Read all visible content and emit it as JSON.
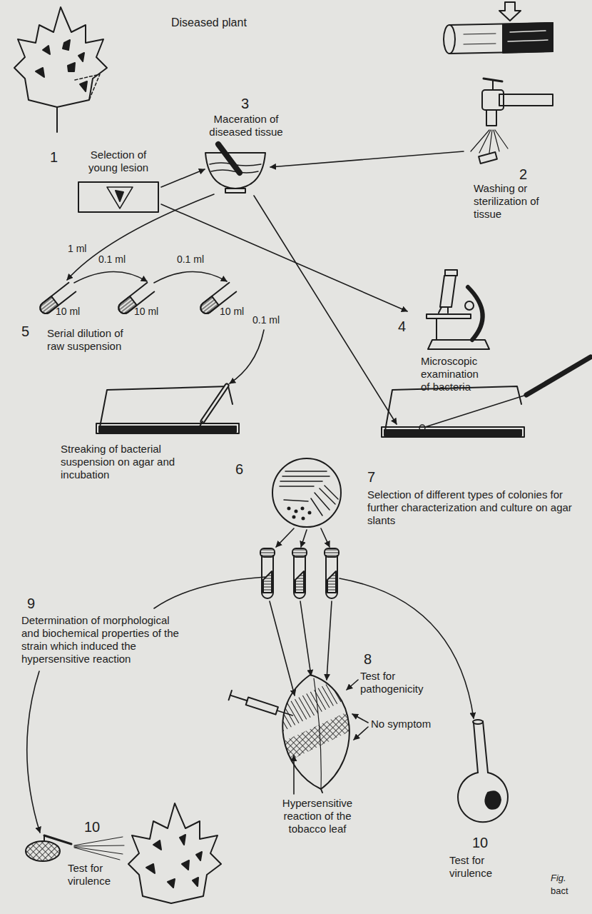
{
  "diagram": {
    "labels": [
      "Diseased plant",
      "1",
      "Selection of young lesion",
      "3",
      "Maceration of diseased tissue",
      "2",
      "Washing or sterilization of tissue",
      "1 ml",
      "0.1 ml",
      "0.1 ml",
      "10 ml",
      "10 ml",
      "10 ml",
      "0.1 ml",
      "5",
      "Serial dilution of raw suspension",
      "4",
      "Microscopic examination of bacteria",
      "Streaking of bacterial suspension on agar and incubation",
      "6",
      "7",
      "Selection of different types of colonies for further characterization and culture on agar slants",
      "9",
      "Determination of morphological and biochemical properties of the strain which induced the hypersensitive reaction",
      "8",
      "Test for pathogenicity",
      "No symptom",
      "10",
      "Test for virulence",
      "Hypersensitive reaction of the tobacco leaf",
      "10",
      "Test for virulence",
      "Fig.",
      "bact"
    ]
  }
}
